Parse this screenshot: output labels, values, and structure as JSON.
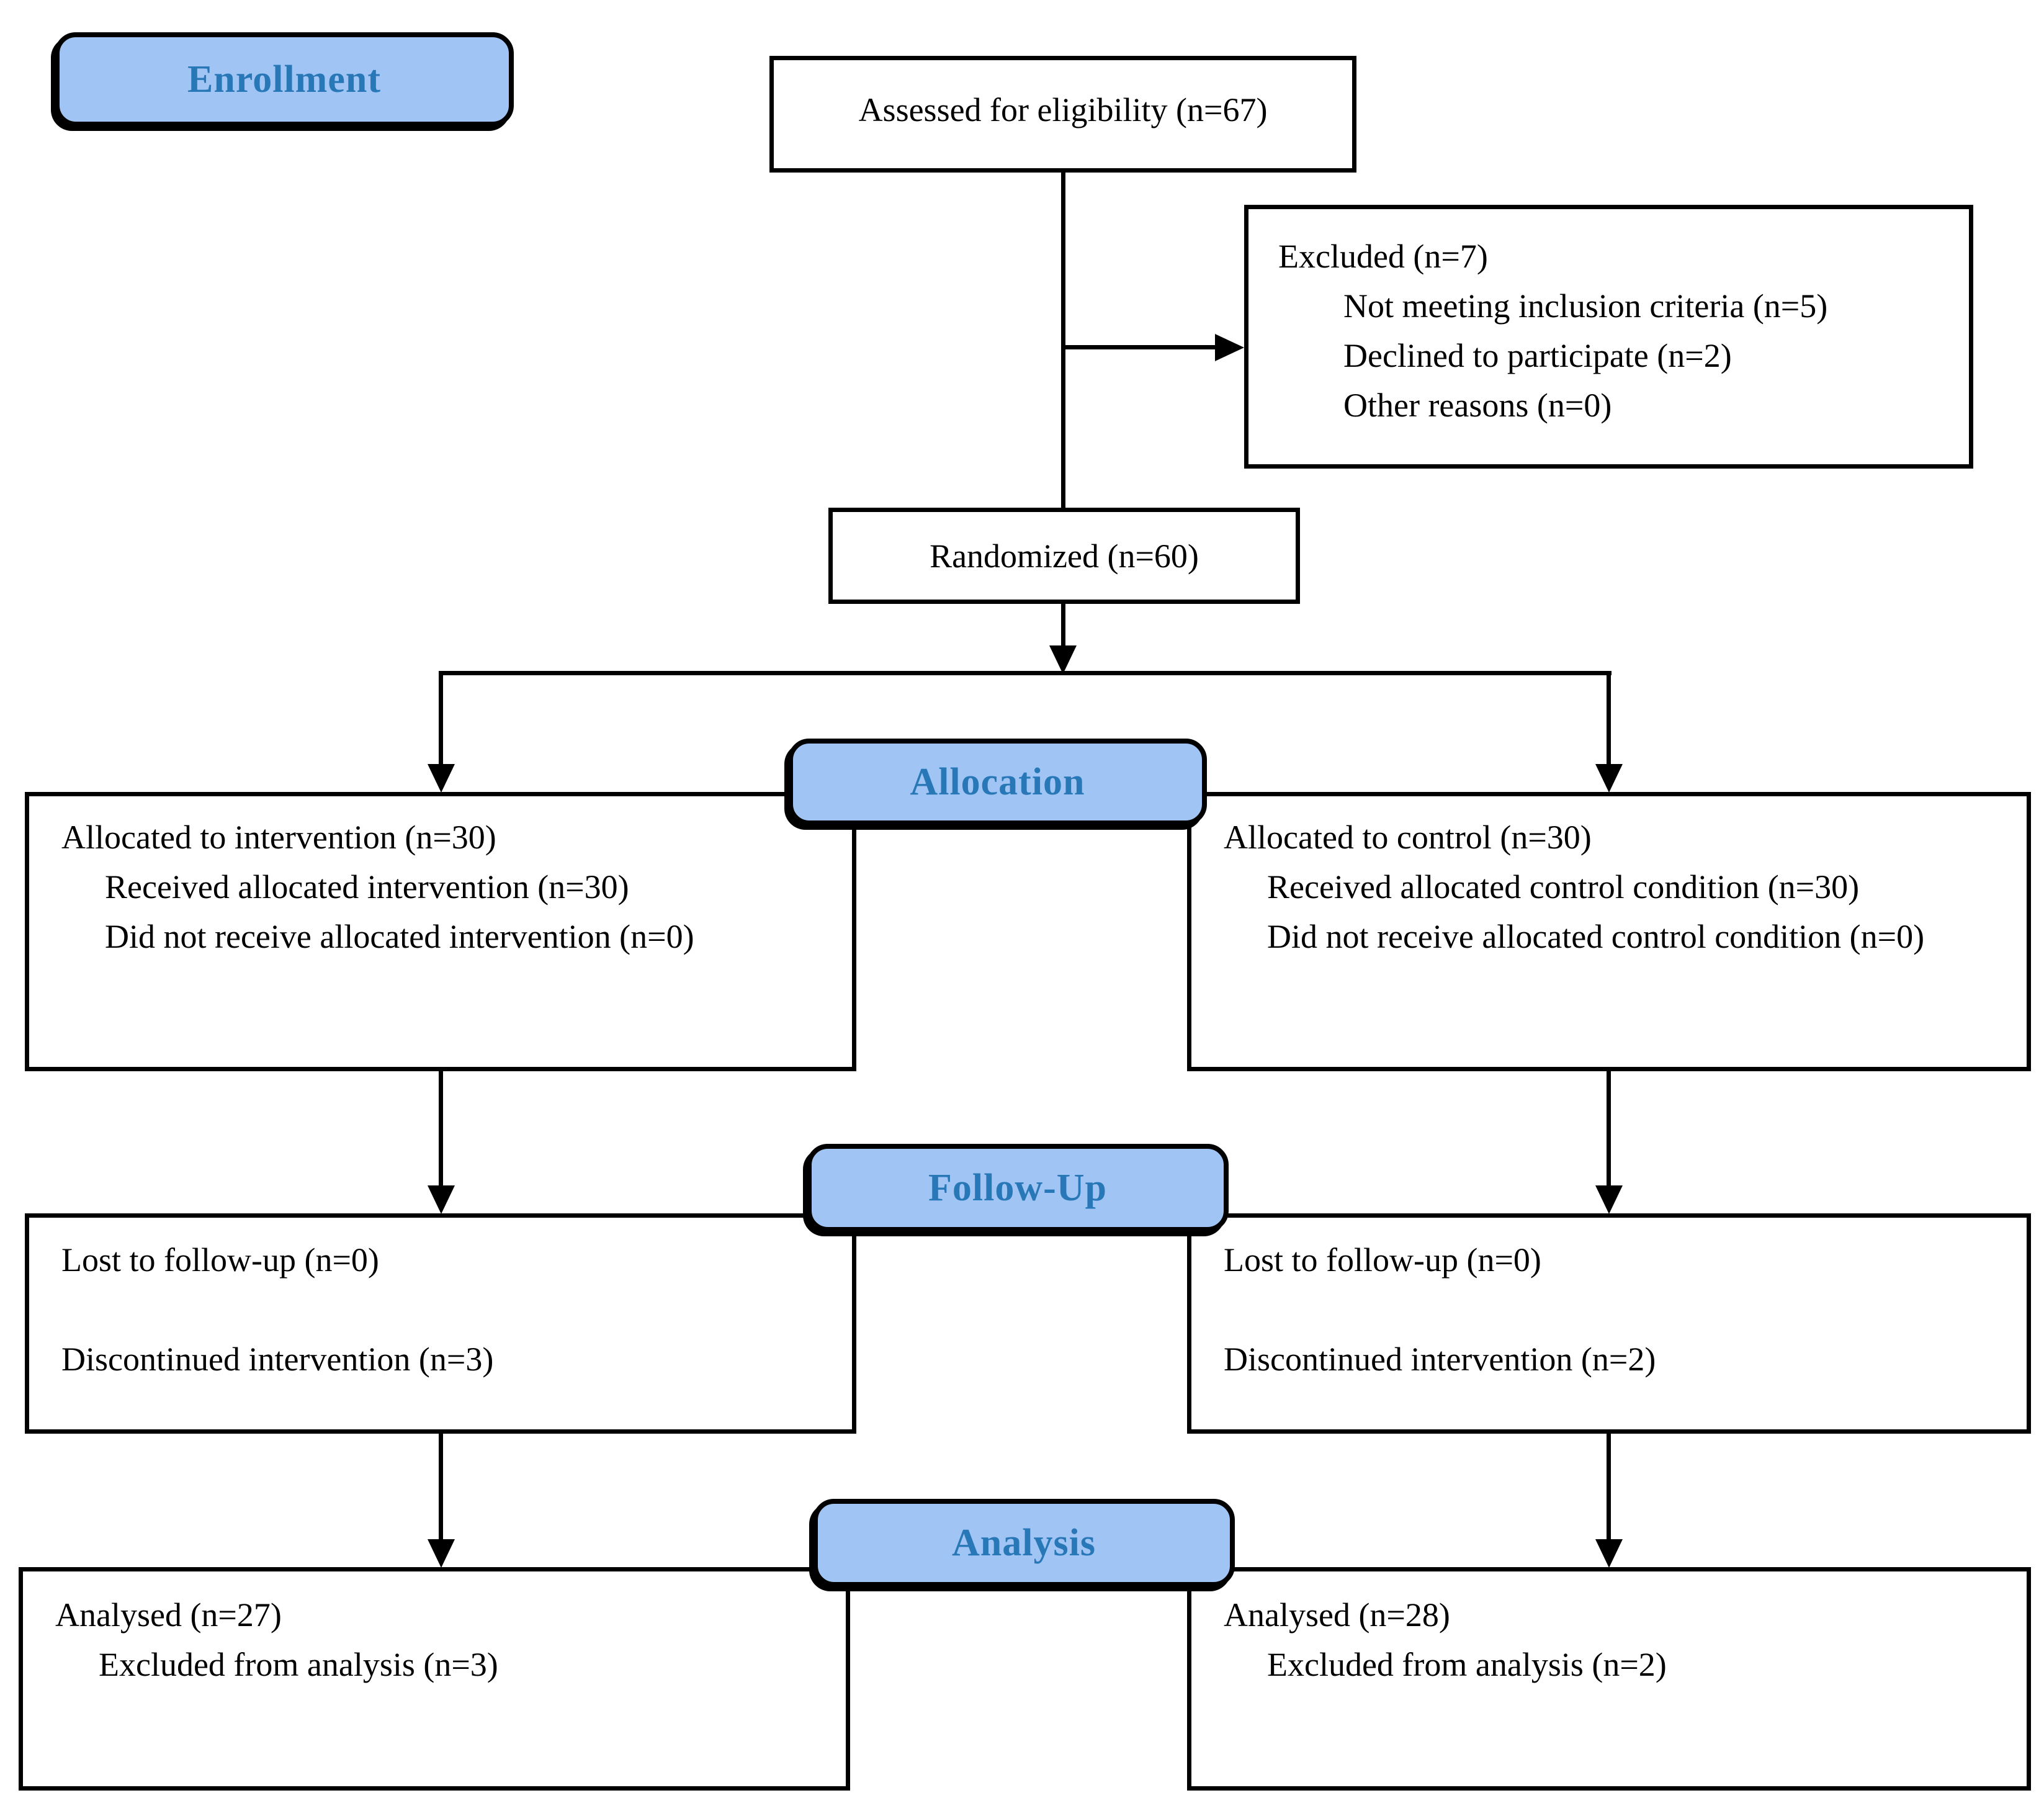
{
  "colors": {
    "label_fill": "#A0C5F4",
    "label_text": "#2878B8",
    "line": "#000000",
    "box_bg": "#FFFFFF"
  },
  "stages": {
    "enrollment": "Enrollment",
    "allocation": "Allocation",
    "followup": "Follow-Up",
    "analysis": "Analysis"
  },
  "boxes": {
    "assessed": {
      "text": "Assessed for eligibility (n=67)"
    },
    "excluded": {
      "title": "Excluded (n=7)",
      "items": [
        "Not meeting inclusion criteria (n=5)",
        "Declined to participate (n=2)",
        "Other reasons (n=0)"
      ]
    },
    "randomized": {
      "text": "Randomized (n=60)"
    },
    "allocation_intervention": {
      "title": "Allocated to intervention (n=30)",
      "items": [
        "Received allocated intervention (n=30)",
        "Did not receive allocated intervention (n=0)"
      ]
    },
    "allocation_control": {
      "title": "Allocated to control (n=30)",
      "items": [
        "Received allocated control condition (n=30)",
        "Did not receive allocated control condition (n=0)"
      ]
    },
    "followup_intervention": {
      "line1": "Lost to follow-up (n=0)",
      "line2": "Discontinued intervention (n=3)"
    },
    "followup_control": {
      "line1": "Lost to follow-up (n=0)",
      "line2": "Discontinued intervention (n=2)"
    },
    "analysis_intervention": {
      "title": "Analysed (n=27)",
      "items": [
        "Excluded from analysis (n=3)"
      ]
    },
    "analysis_control": {
      "title": "Analysed (n=28)",
      "items": [
        "Excluded from analysis (n=2)"
      ]
    }
  }
}
